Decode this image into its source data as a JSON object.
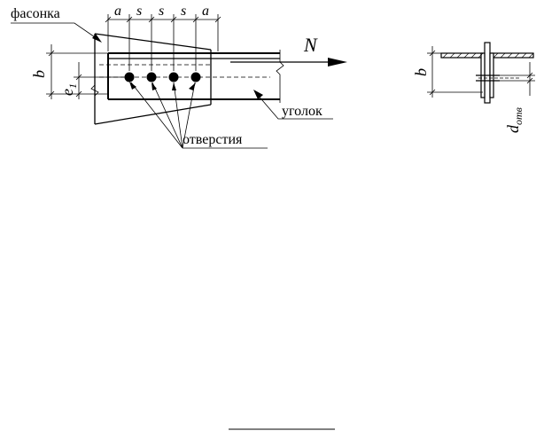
{
  "labels": {
    "gusset": "фасонка",
    "angle": "уголок",
    "holes": "отверстия",
    "force": "N",
    "dim_b": "b",
    "dim_e1": "e",
    "dim_e1_sub": "1",
    "pitch_a1": "a",
    "pitch_s1": "s",
    "pitch_s2": "s",
    "pitch_s3": "s",
    "pitch_a2": "a",
    "section_b": "b",
    "section_d": "d",
    "section_d_sub": "отв"
  }
}
